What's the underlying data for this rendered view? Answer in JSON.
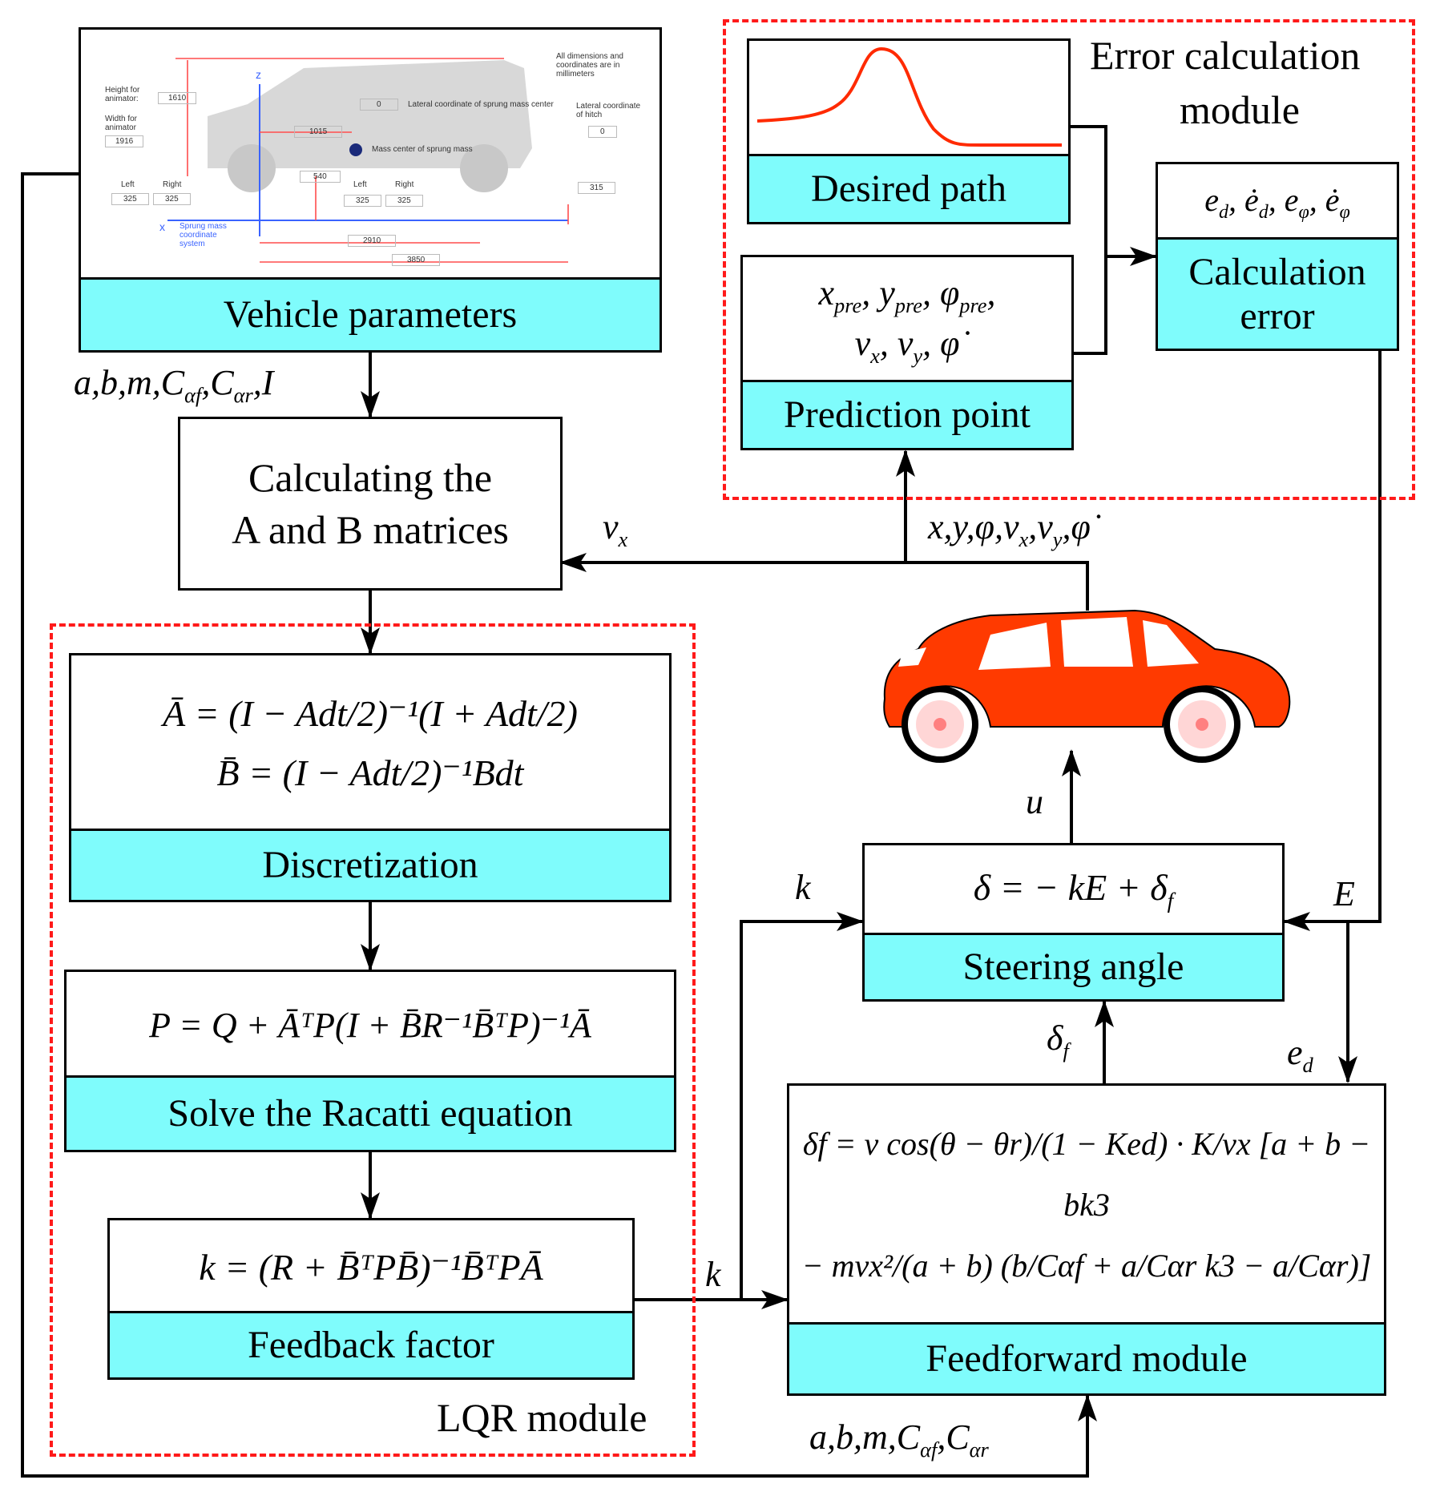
{
  "vehicle": {
    "title": "Vehicle parameters",
    "inputs_label": "a,b,m,Cαf,Cαr,I",
    "image": {
      "note": "All dimensions and coordinates are in millimeters",
      "height_label": "Height for animator:",
      "height_value": "1610",
      "width_label": "Width for animator",
      "width_value": "1916",
      "lateral_value": "0",
      "lateral_label": "Lateral coordinate of sprung mass center",
      "hitch_label": "Lateral coordinate of hitch",
      "hitch_value": "0",
      "dim_1015": "1015",
      "mass_label": "Mass center of sprung mass",
      "dim_540": "540",
      "left_label": "Left",
      "right_label": "Right",
      "left_front": "325",
      "right_front": "325",
      "left_rear": "325",
      "right_rear": "325",
      "dim_315": "315",
      "coord_label": "Sprung mass coordinate system",
      "dim_2910": "2910",
      "dim_3850": "3850",
      "axis_z": "z",
      "axis_x": "x"
    }
  },
  "calc_ab": {
    "line1": "Calculating the",
    "line2": "A and B matrices",
    "vx_label": "vx"
  },
  "lqr": {
    "module_label": "LQR module",
    "discretization": {
      "title": "Discretization",
      "eq1": "Ā = (I − Adt/2)⁻¹(I + Adt/2)",
      "eq2": "B̄ = (I − Adt/2)⁻¹Bdt"
    },
    "riccati": {
      "title": "Solve the Racatti equation",
      "eq": "P = Q + ĀᵀP(I + B̄R⁻¹B̄ᵀP)⁻¹Ā"
    },
    "feedback": {
      "title": "Feedback factor",
      "eq": "k = (R + B̄ᵀPB̄)⁻¹B̄ᵀPĀ"
    }
  },
  "error_module": {
    "label_line1": "Error calculation",
    "label_line2": "module",
    "desired_path": "Desired path",
    "prediction": {
      "title": "Prediction point",
      "line1": "xpre, ypre, φpre,",
      "line2": "vx, vy, φ̇"
    },
    "calc_error": {
      "line1": "Calculation",
      "line2": "error",
      "eq": "ed, ėd, eφ, ėφ"
    }
  },
  "state_label": "x,y,φ,vx,vy,φ̇",
  "steering": {
    "title": "Steering angle",
    "eq": "δ = − kE + δf",
    "u_label": "u",
    "k_label": "k",
    "E_label": "E",
    "deltaf_label": "δf"
  },
  "feedforward": {
    "title": "Feedforward module",
    "eq1": "δf = v cos(θ − θr)/(1 − Ked) · K/vx [a + b − bk3",
    "eq2": "− mvx²/(a + b) (b/Cαf + a/Cαr k3 − a/Cαr)]",
    "ed_label": "ed",
    "k_label": "k",
    "inputs_label": "a,b,m,Cαf,Cαr"
  },
  "colors": {
    "cyan": "#7ffcfc",
    "dashed_red": "#ff1a1a",
    "car_red": "#ff3a00",
    "path_red": "#ff2a00"
  }
}
